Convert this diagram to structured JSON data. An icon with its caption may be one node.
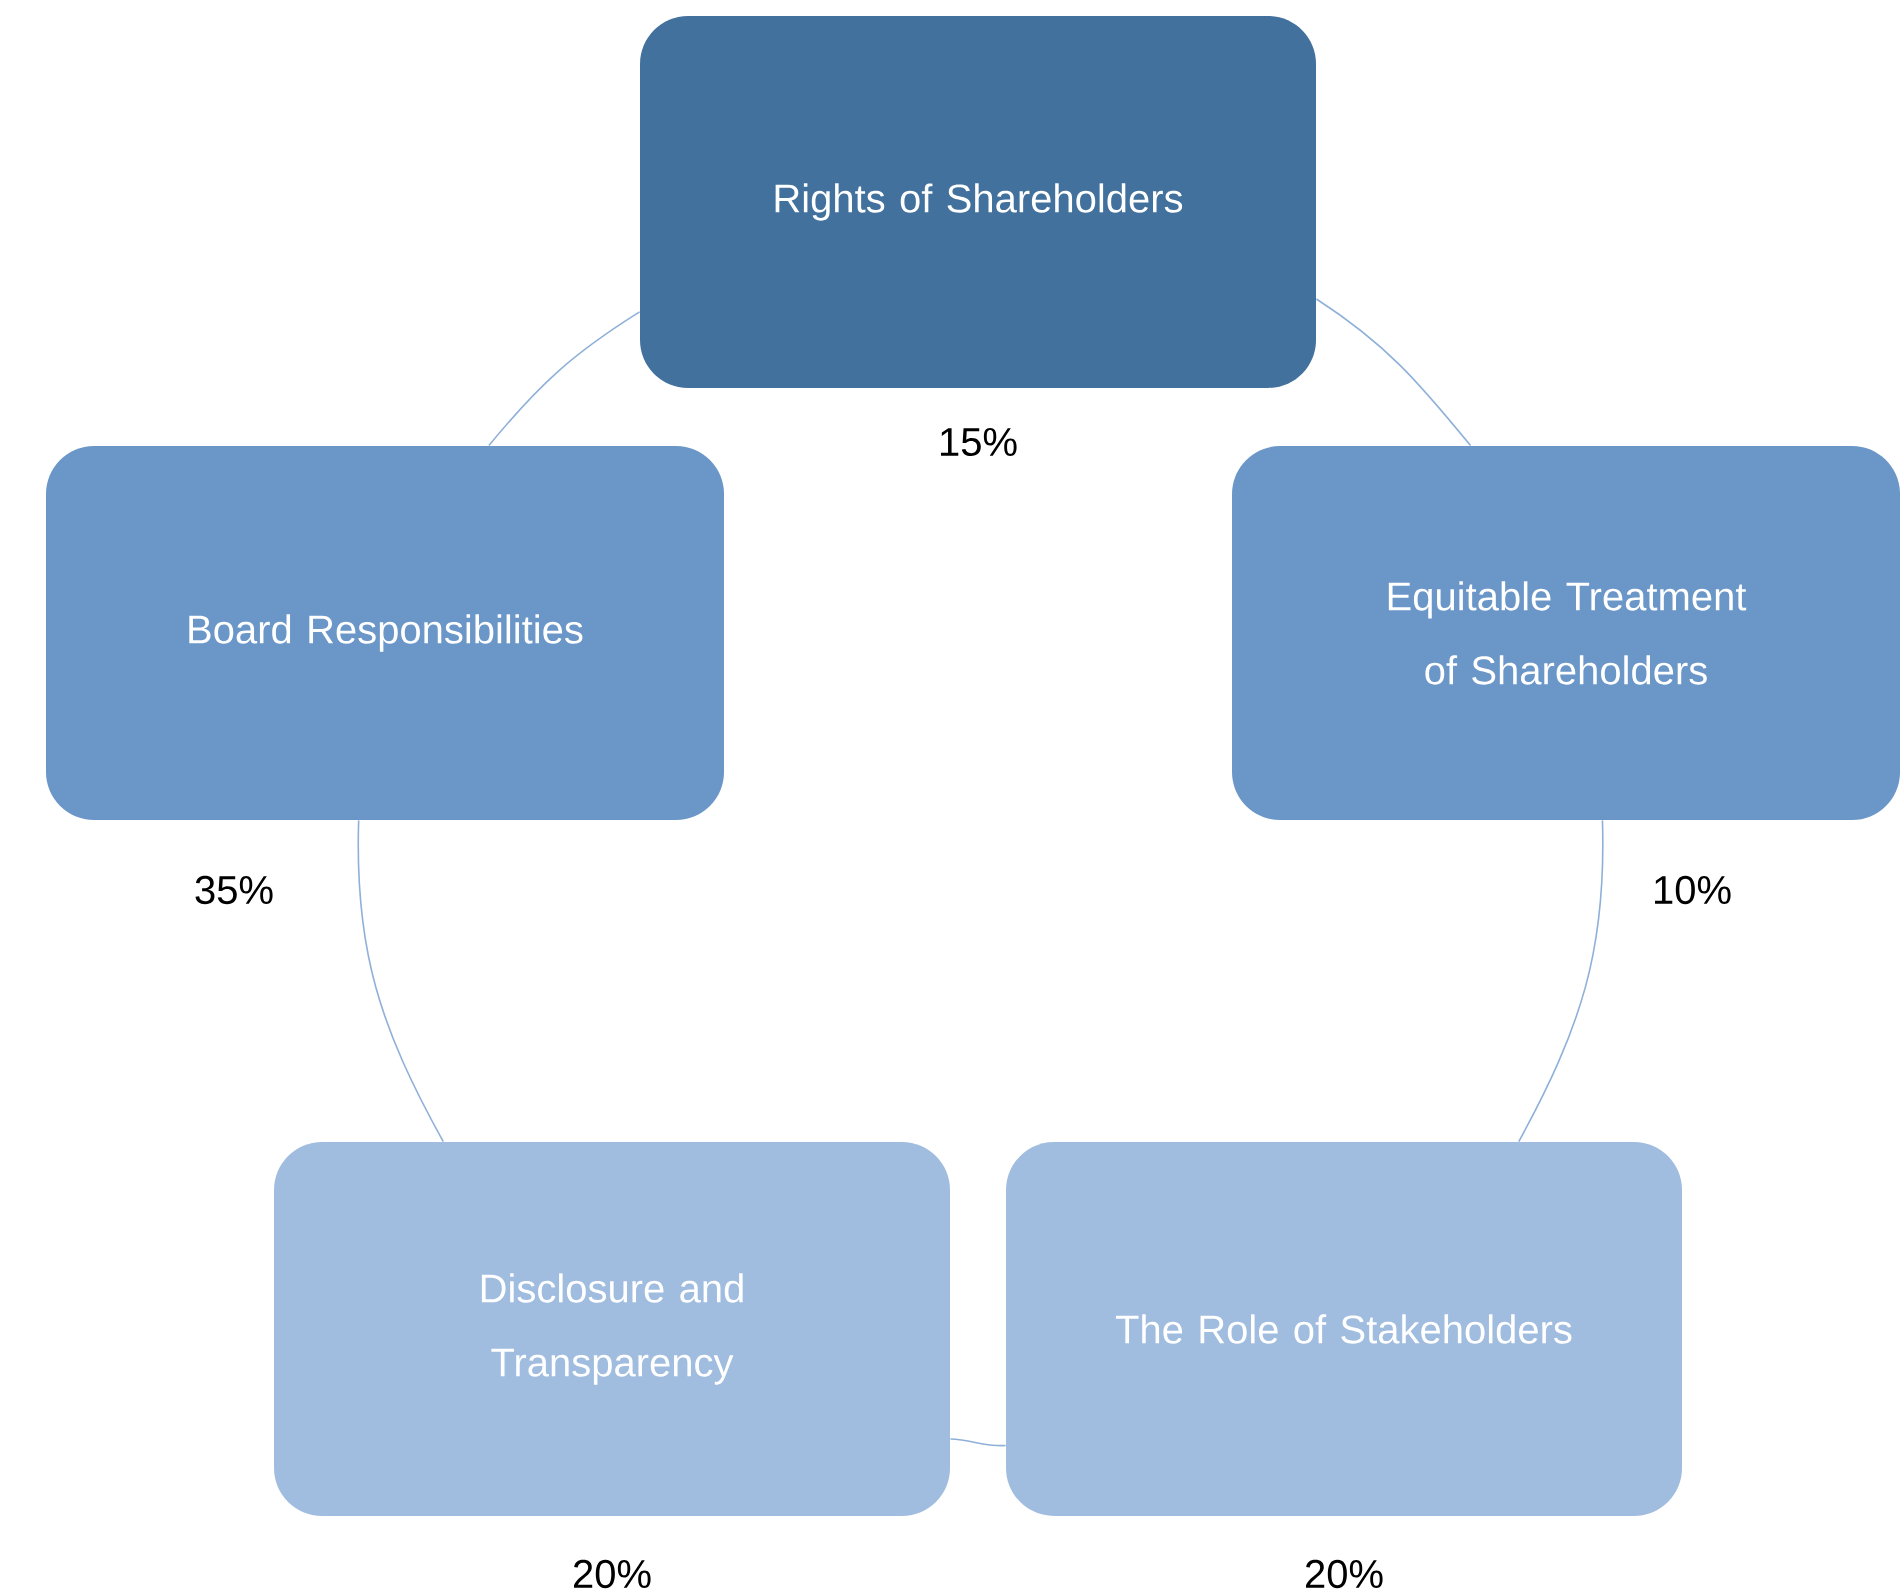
{
  "diagram": {
    "nodes": [
      {
        "text": [
          "Rights of Shareholders"
        ],
        "beside": [
          "15%"
        ]
      },
      {
        "text": [
          "Equitable Treatment of Shareholders"
        ],
        "beside": [
          "10%"
        ]
      },
      {
        "text": [
          "The Role of Stakeholders"
        ],
        "beside": [
          "20%"
        ]
      },
      {
        "text": [
          "Disclosure and Transparency"
        ],
        "beside": [
          "20%"
        ]
      },
      {
        "text": [
          "Board Responsibilities"
        ],
        "beside": [
          "35%"
        ]
      }
    ],
    "edges": [
      {
        "from": 0,
        "to": 1,
        "arrow": "none"
      },
      {
        "from": 1,
        "to": 2,
        "arrow": "none"
      },
      {
        "from": 2,
        "to": 3,
        "arrow": "none"
      },
      {
        "from": 3,
        "to": 4,
        "arrow": "none"
      },
      {
        "from": 4,
        "to": 0,
        "arrow": "none"
      }
    ]
  }
}
